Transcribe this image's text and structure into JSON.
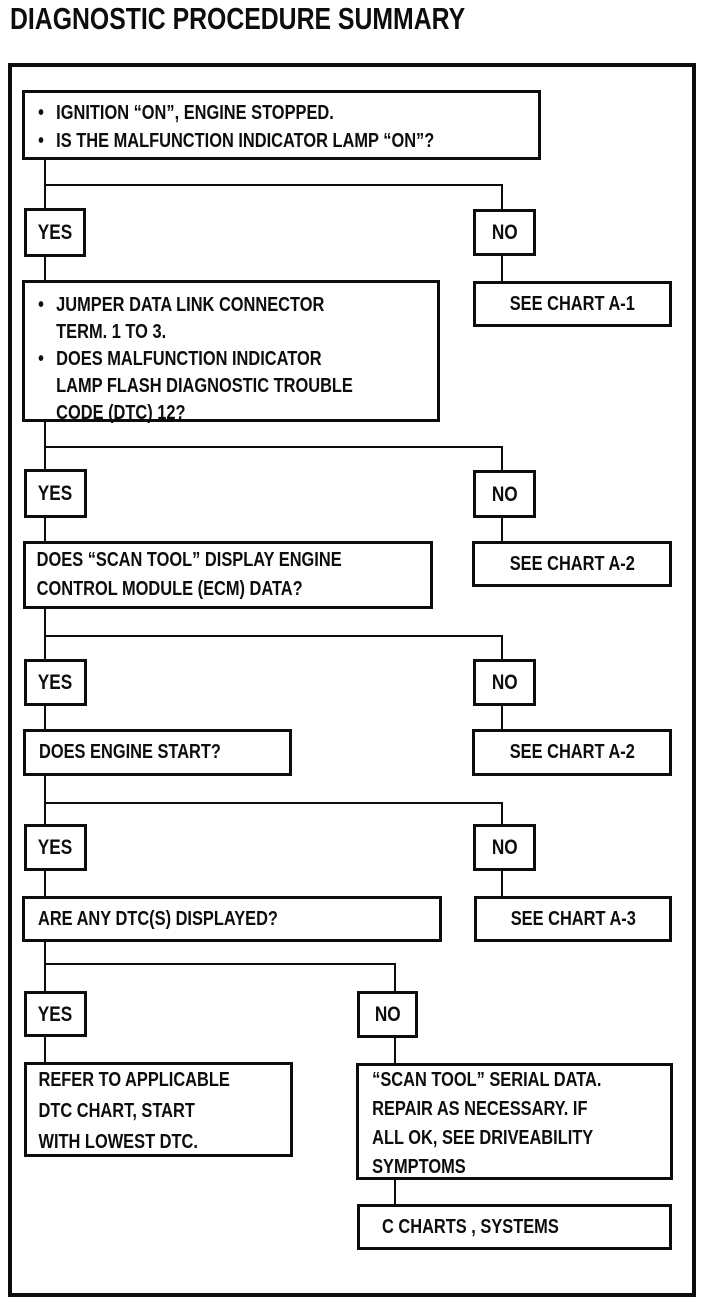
{
  "title": "DIAGNOSTIC PROCEDURE SUMMARY",
  "labels": {
    "yes": "YES",
    "no": "NO",
    "bullet": "•"
  },
  "nodes": {
    "start": {
      "lines": [
        "IGNITION “ON”, ENGINE STOPPED.",
        "IS THE MALFUNCTION INDICATOR LAMP “ON”?"
      ]
    },
    "jumper": {
      "lines": [
        "JUMPER DATA LINK CONNECTOR",
        "TERM. 1 TO 3.",
        "DOES MALFUNCTION INDICATOR",
        "LAMP FLASH DIAGNOSTIC TROUBLE",
        "CODE (DTC) 12?"
      ]
    },
    "scan_tool_display": {
      "lines": [
        "DOES “SCAN TOOL” DISPLAY ENGINE",
        "CONTROL MODULE (ECM) DATA?"
      ]
    },
    "engine_start": {
      "text": "DOES ENGINE START?"
    },
    "dtc_displayed": {
      "text": "ARE ANY DTC(S) DISPLAYED?"
    },
    "see_chart_a1": {
      "text": "SEE CHART A-1"
    },
    "see_chart_a2": {
      "text": "SEE CHART A-2"
    },
    "see_chart_a2b": {
      "text": "SEE CHART A-2"
    },
    "see_chart_a3": {
      "text": "SEE CHART A-3"
    },
    "refer_dtc": {
      "lines": [
        "REFER TO APPLICABLE",
        "DTC CHART, START",
        "WITH LOWEST DTC."
      ]
    },
    "scan_tool_serial": {
      "lines": [
        "“SCAN TOOL” SERIAL DATA.",
        "REPAIR AS NECESSARY. IF",
        "ALL OK, SEE DRIVEABILITY",
        "SYMPTOMS"
      ]
    },
    "c_charts": {
      "text": "C CHARTS , SYSTEMS"
    }
  }
}
